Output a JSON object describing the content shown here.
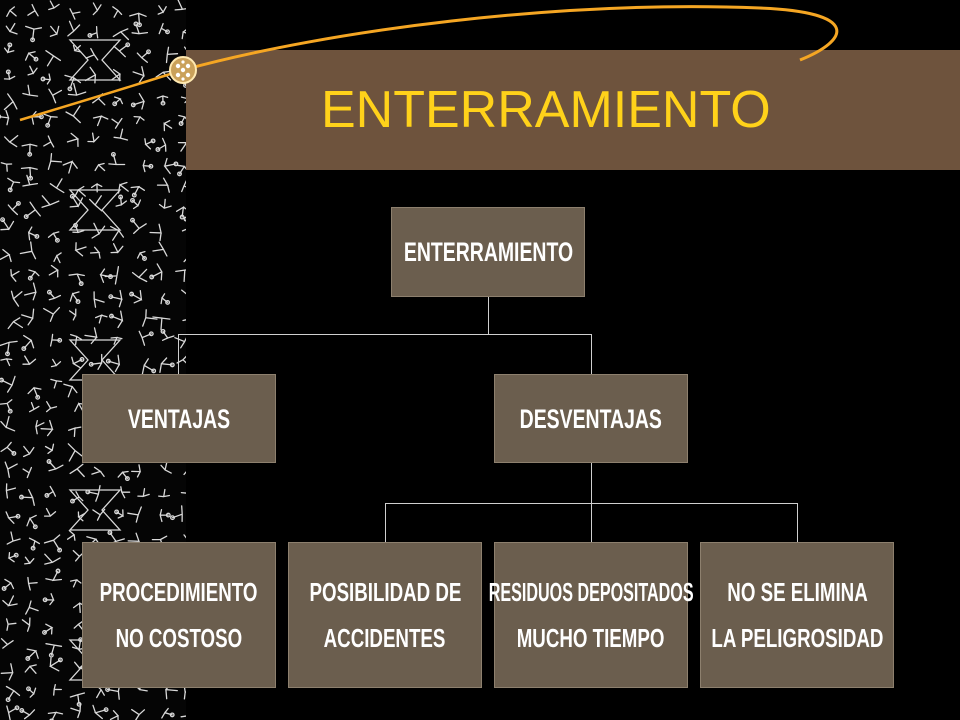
{
  "slide": {
    "title": "ENTERRAMIENTO"
  },
  "diagram": {
    "root": {
      "label": "ENTERRAMIENTO"
    },
    "level1": [
      {
        "label": "VENTAJAS"
      },
      {
        "label": "DESVENTAJAS"
      }
    ],
    "level2": [
      {
        "line1": "PROCEDIMIENTO",
        "line2": "NO COSTOSO"
      },
      {
        "line1": "POSIBILIDAD DE",
        "line2": "ACCIDENTES"
      },
      {
        "line1": "RESIDUOS DEPOSITADOS",
        "line2": "MUCHO TIEMPO"
      },
      {
        "line1": "NO SE ELIMINA",
        "line2": "LA  PELIGROSIDAD"
      }
    ]
  },
  "colors": {
    "background": "#000000",
    "title_band": "#6e533d",
    "title_text": "#ffd21a",
    "node_fill": "#6b5e4e",
    "connector": "#cfcfcf",
    "arc": "#f5a623"
  }
}
